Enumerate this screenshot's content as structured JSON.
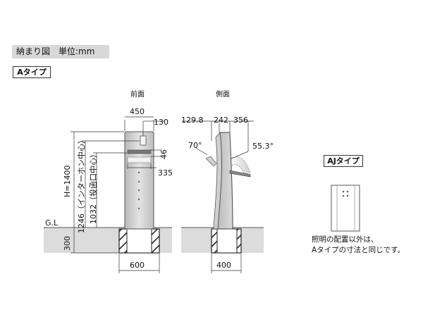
{
  "header": {
    "title": "納まり図　単位:mm"
  },
  "tags": {
    "a_type": "Aタイプ",
    "aj_type": "AJタイプ"
  },
  "views": {
    "front": "前面",
    "side": "側面"
  },
  "ground_label": "G.L",
  "front_dims": {
    "width": "450",
    "sensor": "130",
    "slot_gap": "46",
    "slot_width": "335",
    "height": "H=1400",
    "intercom_center": "1246（インターホン中心）",
    "slot_center": "1032（投函口中心）",
    "foundation_depth": "300",
    "foundation_width": "600"
  },
  "side_dims": {
    "top_left": "129.8",
    "top_mid": "242",
    "top_right": "356",
    "angle_left": "70°",
    "angle_right": "55.3°",
    "foundation_width": "400"
  },
  "note": {
    "line1": "照明の配置以外は、",
    "line2": "Aタイプの寸法と同じです。"
  }
}
